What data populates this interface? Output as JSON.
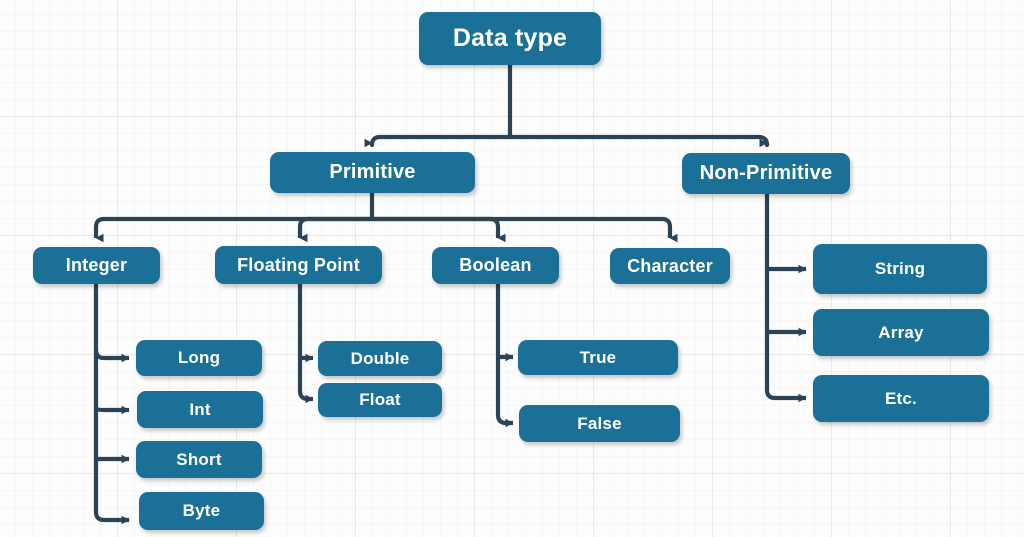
{
  "diagram": {
    "title": "Data type",
    "colors": {
      "node_fill": "#1a7096",
      "node_text": "#ffffff",
      "connector": "#2c4356",
      "background": "#fdfdfd",
      "grid_line": "#e8e8e8"
    },
    "nodes": {
      "root": {
        "label": "Data type"
      },
      "primitive": {
        "label": "Primitive"
      },
      "non_primitive": {
        "label": "Non-Primitive"
      },
      "integer": {
        "label": "Integer"
      },
      "floating_point": {
        "label": "Floating Point"
      },
      "boolean": {
        "label": "Boolean"
      },
      "character": {
        "label": "Character"
      },
      "long": {
        "label": "Long"
      },
      "int": {
        "label": "Int"
      },
      "short": {
        "label": "Short"
      },
      "byte": {
        "label": "Byte"
      },
      "double": {
        "label": "Double"
      },
      "float": {
        "label": "Float"
      },
      "true": {
        "label": "True"
      },
      "false": {
        "label": "False"
      },
      "string": {
        "label": "String"
      },
      "array": {
        "label": "Array"
      },
      "etc": {
        "label": "Etc."
      }
    }
  }
}
